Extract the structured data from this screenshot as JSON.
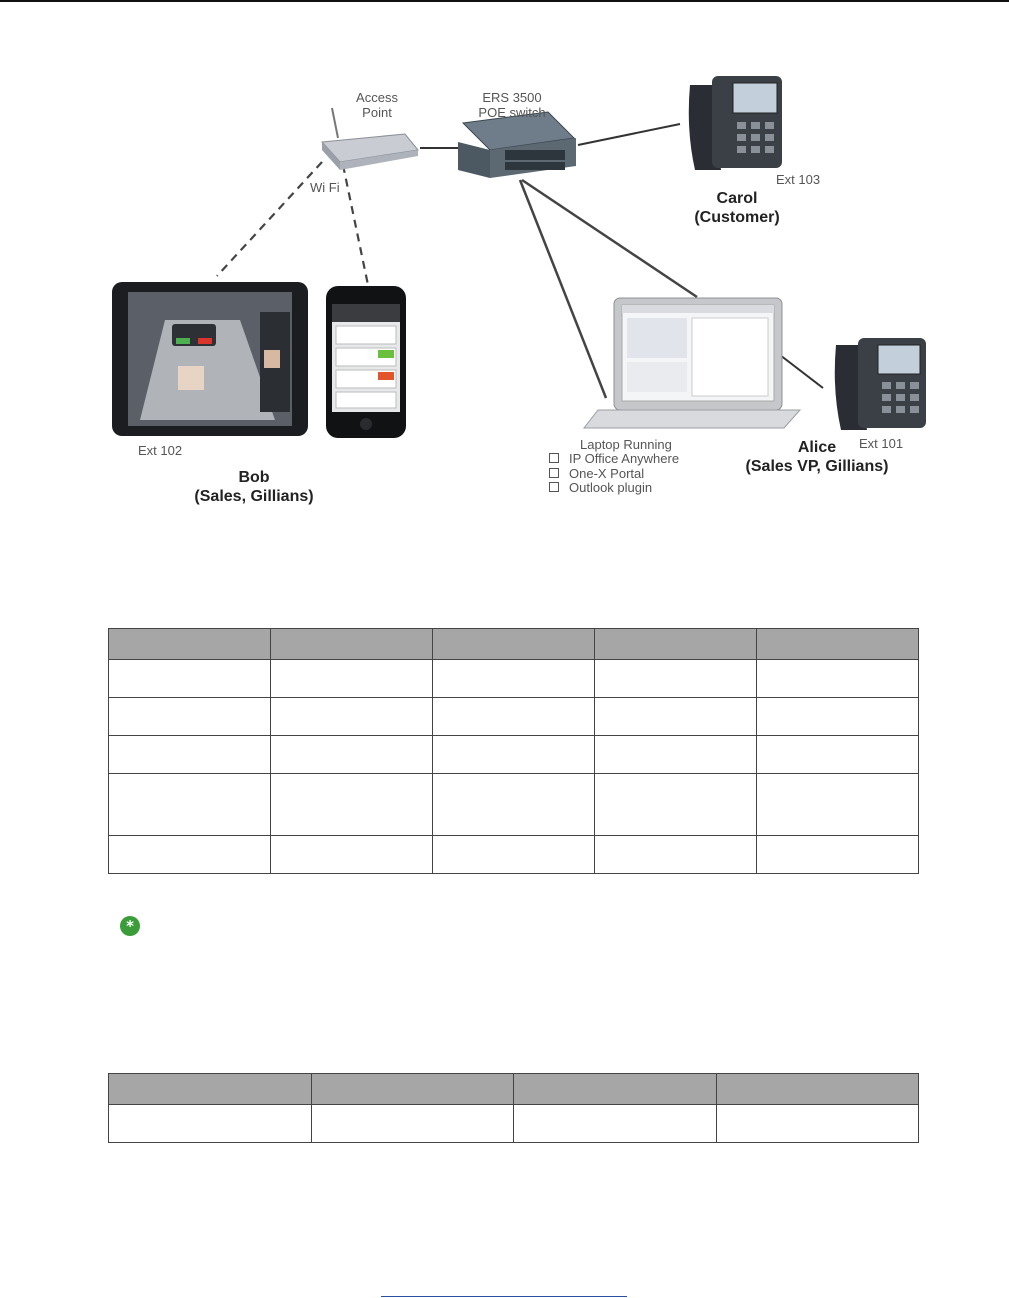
{
  "diagram": {
    "access_point": {
      "line1": "Access",
      "line2": "Point"
    },
    "switch": {
      "line1": "ERS 3500",
      "line2": "POE switch"
    },
    "wifi": "Wi Fi",
    "carol": {
      "ext": "Ext 103",
      "name": "Carol",
      "role": "(Customer)"
    },
    "bob": {
      "ext": "Ext 102",
      "name": "Bob",
      "role": "(Sales, Gillians)"
    },
    "alice": {
      "ext": "Ext 101",
      "name": "Alice",
      "role": "(Sales VP, Gillians)"
    },
    "laptop": {
      "title": "Laptop Running",
      "features": [
        "IP Office Anywhere",
        "One-X Portal",
        "Outlook plugin"
      ]
    }
  },
  "note_icon": "asterisk-note-icon"
}
